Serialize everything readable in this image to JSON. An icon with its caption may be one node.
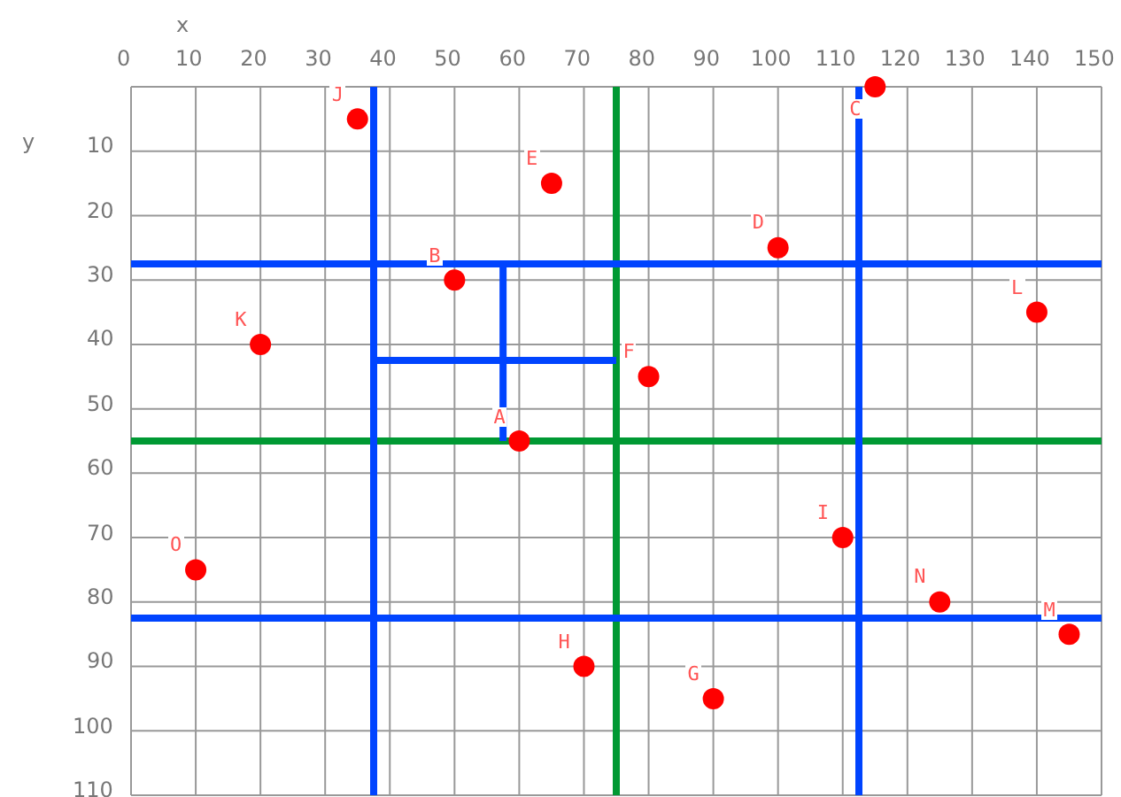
{
  "diagram": {
    "chart_data": {
      "type": "scatter",
      "xlabel": "x",
      "ylabel": "y",
      "grid": true,
      "xlim": [
        0,
        150
      ],
      "ylim": [
        110,
        0
      ],
      "xticks": [
        0,
        10,
        20,
        30,
        40,
        50,
        60,
        70,
        80,
        90,
        100,
        110,
        120,
        130,
        140,
        150
      ],
      "yticks": [
        10,
        20,
        30,
        40,
        50,
        60,
        70,
        80,
        90,
        100,
        110
      ],
      "x": [
        60,
        50,
        115,
        100,
        65,
        80,
        90,
        70,
        110,
        35,
        20,
        140,
        145,
        125,
        10
      ],
      "series": [
        {
          "color": "#ff0000",
          "values": [
            55,
            30,
            0,
            25,
            15,
            45,
            95,
            90,
            70,
            5,
            40,
            35,
            85,
            80,
            75
          ]
        }
      ],
      "annotations": [
        {
          "text": "A",
          "x": 60,
          "y": 55
        },
        {
          "text": "B",
          "x": 50,
          "y": 30
        },
        {
          "text": "C",
          "x": 115,
          "y": 0
        },
        {
          "text": "D",
          "x": 100,
          "y": 25
        },
        {
          "text": "E",
          "x": 65,
          "y": 15
        },
        {
          "text": "F",
          "x": 80,
          "y": 45
        },
        {
          "text": "G",
          "x": 90,
          "y": 95
        },
        {
          "text": "H",
          "x": 70,
          "y": 90
        },
        {
          "text": "I",
          "x": 110,
          "y": 70
        },
        {
          "text": "J",
          "x": 35,
          "y": 5
        },
        {
          "text": "K",
          "x": 20,
          "y": 40
        },
        {
          "text": "L",
          "x": 140,
          "y": 35
        },
        {
          "text": "M",
          "x": 145,
          "y": 85
        },
        {
          "text": "N",
          "x": 125,
          "y": 80
        },
        {
          "text": "O",
          "x": 10,
          "y": 75
        }
      ],
      "ref_lines": [
        {
          "axis": "x",
          "value": 75,
          "color": "#009933"
        },
        {
          "axis": "y",
          "value": 55,
          "color": "#009933"
        },
        {
          "axis": "x",
          "value": 37.5,
          "color": "#0044ff"
        },
        {
          "axis": "x",
          "value": 112.5,
          "color": "#0044ff"
        },
        {
          "axis": "y",
          "value": 27.5,
          "color": "#0044ff"
        },
        {
          "axis": "y",
          "value": 82.5,
          "color": "#0044ff"
        },
        {
          "axis": "y",
          "value": 42.5,
          "color": "#0044ff"
        },
        {
          "axis": "x",
          "value": 57.5,
          "color": "#0044ff"
        }
      ]
    }
  }
}
